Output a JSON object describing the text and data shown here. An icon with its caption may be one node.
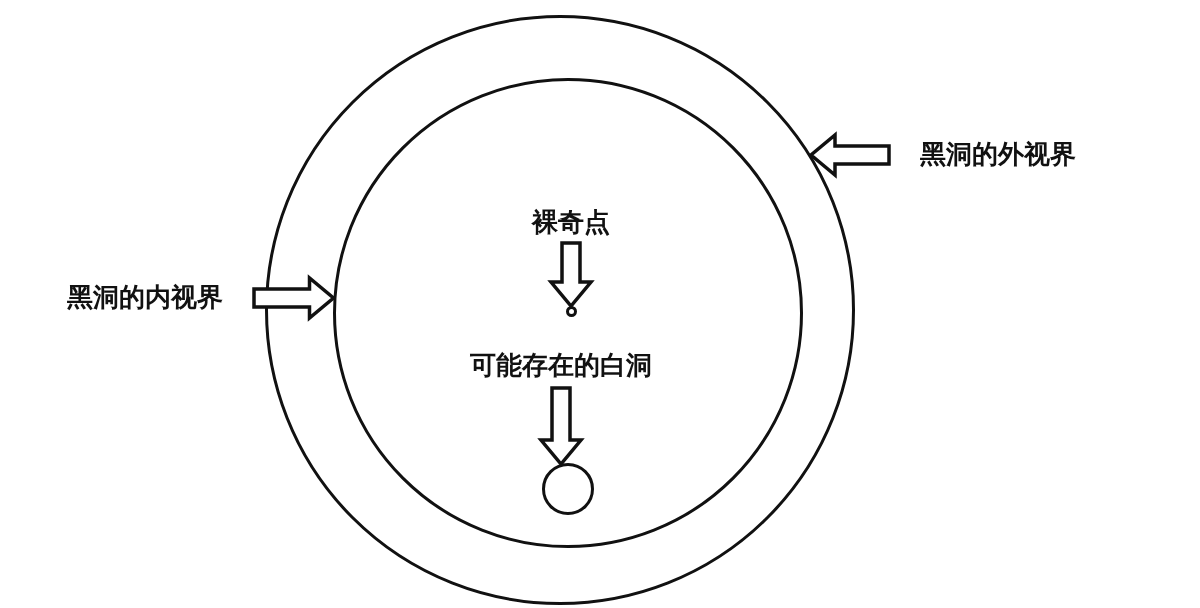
{
  "diagram": {
    "nodes": [
      {
        "text": [],
        "shape": "circle"
      },
      {
        "text": [],
        "shape": "circle",
        "in": 0
      },
      {
        "text": [
          "裸奇点"
        ],
        "in": 1
      },
      {
        "text": [],
        "shape": "circle",
        "in": 1
      },
      {
        "text": [
          "可能存在的白洞"
        ],
        "in": 1
      },
      {
        "text": [],
        "shape": "circle",
        "in": 1
      },
      {
        "text": [
          "黑洞的外视界"
        ]
      },
      {
        "text": [
          "黑洞的内视界"
        ]
      }
    ],
    "edges": [
      {
        "from": 6,
        "to": 0,
        "arrow": "to"
      },
      {
        "from": 7,
        "to": 1,
        "arrow": "to"
      },
      {
        "from": 2,
        "to": 3,
        "arrow": "to"
      },
      {
        "from": 4,
        "to": 5,
        "arrow": "to"
      }
    ]
  }
}
